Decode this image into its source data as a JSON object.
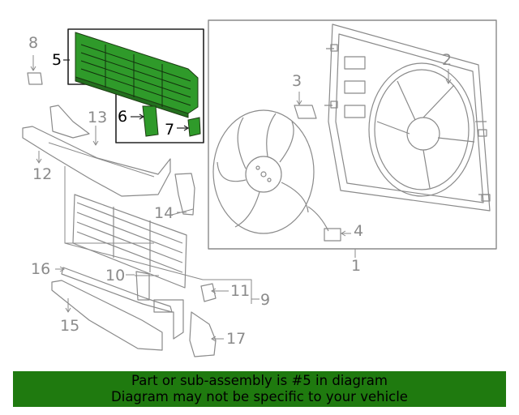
{
  "callouts": {
    "c1": "1",
    "c2": "2",
    "c3": "3",
    "c4": "4",
    "c5": "5",
    "c6": "6",
    "c7": "7",
    "c8": "8",
    "c9": "9",
    "c10": "10",
    "c11": "11",
    "c12": "12",
    "c13": "13",
    "c14": "14",
    "c15": "15",
    "c16": "16",
    "c17": "17"
  },
  "highlighted_part": "5",
  "colors": {
    "highlight": "#2f9a2a",
    "banner": "#1f7a0f",
    "line_art": "#8a8a8a"
  },
  "banner": {
    "line1": "Part or sub-assembly is #5 in diagram",
    "line2": "Diagram may not be specific to your vehicle"
  }
}
